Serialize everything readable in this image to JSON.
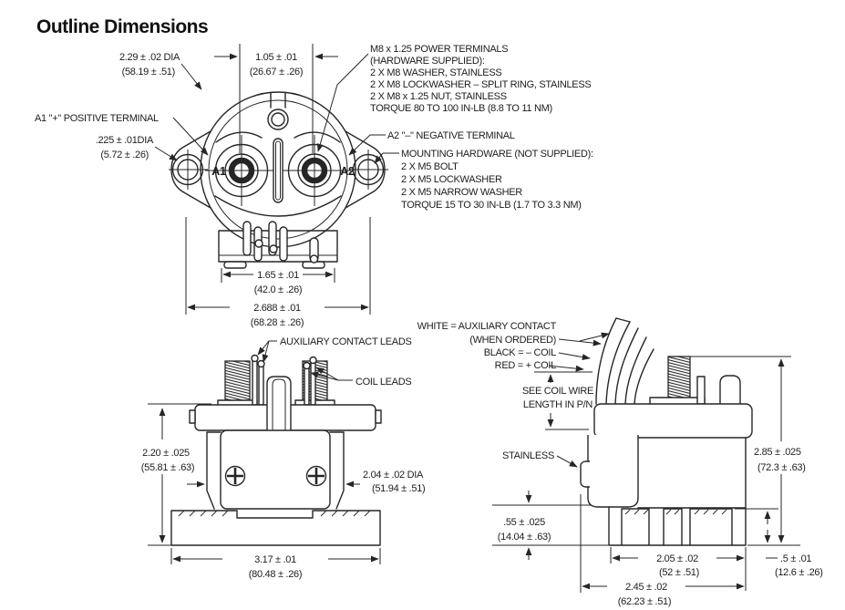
{
  "title": "Outline Dimensions",
  "colors": {
    "ink": "#262626",
    "background": "#ffffff"
  },
  "top_view": {
    "terminal_a1": "A1",
    "terminal_a2": "A2",
    "dim_body_dia": [
      "2.29 ± .02 DIA",
      "(58.19 ± .51)"
    ],
    "dim_terminal_spacing": [
      "1.05 ± .01",
      "(26.67 ± .26)"
    ],
    "note_power_terminals": [
      "M8 x 1.25 POWER TERMINALS",
      "(HARDWARE SUPPLIED):",
      "2 X M8 WASHER, STAINLESS",
      "2 X M8 LOCKWASHER – SPLIT RING, STAINLESS",
      "2 X M8 x 1.25 NUT, STAINLESS",
      "TORQUE 80 TO 100 IN-LB (8.8 TO 11 NM)"
    ],
    "label_positive": "A1 \"+\" POSITIVE TERMINAL",
    "label_negative": "A2 \"–\" NEGATIVE TERMINAL",
    "dim_mount_hole": [
      ".225 ± .01DIA",
      "(5.72 ± .26)"
    ],
    "note_mounting_hardware": [
      "MOUNTING HARDWARE (NOT SUPPLIED):",
      "2 X M5 BOLT",
      "2 X M5 LOCKWASHER",
      "2 X M5 NARROW WASHER",
      "TORQUE 15 TO 30 IN-LB (1.7 TO 3.3 NM)"
    ],
    "dim_base_width": [
      "1.65 ± .01",
      "(42.0 ± .26)"
    ],
    "dim_overall_width": [
      "2.688 ± .01",
      "(68.28 ± .26)"
    ]
  },
  "front_view": {
    "label_aux_leads": "AUXILIARY CONTACT LEADS",
    "label_coil_leads": "COIL LEADS",
    "dim_height": [
      "2.20 ± .025",
      "(55.81 ± .63)"
    ],
    "dim_body_dia": [
      "2.04 ± .02 DIA",
      "(51.94 ± .51)"
    ],
    "dim_base_width": [
      "3.17 ± .01",
      "(80.48 ± .26)"
    ]
  },
  "side_view": {
    "note_wires": [
      "WHITE = AUXILIARY CONTACT",
      "(WHEN ORDERED)",
      "BLACK = – COIL",
      "RED = + COIL"
    ],
    "note_coil_wire": [
      "SEE COIL WIRE",
      "LENGTH IN P/N"
    ],
    "label_stainless": "STAINLESS",
    "dim_overall_height": [
      "2.85 ± .025",
      "(72.3 ± .63)"
    ],
    "dim_bracket": [
      ".55 ± .025",
      "(14.04 ± .63)"
    ],
    "dim_feet_span": [
      "2.05 ± .02",
      "(52 ± .51)"
    ],
    "dim_foot_height": [
      ".5 ± .01",
      "(12.6 ± .26)"
    ],
    "dim_overall_depth": [
      "2.45 ± .02",
      "(62.23 ± .51)"
    ]
  }
}
